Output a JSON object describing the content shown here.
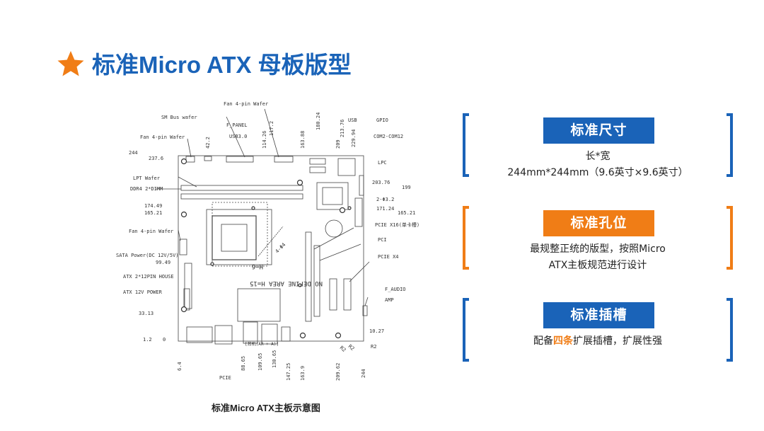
{
  "header": {
    "title": "标准Micro ATX 母板版型",
    "icon": "star-icon",
    "accent_color": "#f07d16",
    "title_color": "#1a63b8"
  },
  "diagram": {
    "caption": "标准Micro ATX主板示意图",
    "labels": {
      "fan_top": "Fan 4-pin Wafer",
      "sm_bus": "SM Bus wafer",
      "f_panel": "F_PANEL",
      "usb30": "USB3.0",
      "usb": "USB",
      "gpio": "GPIO",
      "com": "COM2-COM12",
      "fan_left": "Fan 4-pin Wafer",
      "lpt": "LPT Wafer",
      "ddr4": "DDR4 2*DIMM",
      "lpc": "LPC",
      "fan_mid": "Fan 4-pin Wafer",
      "pcie_x16": "PCIE X16(单卡槽)",
      "pci": "PCI",
      "sata": "SATA Power(DC 12V/5V)",
      "pcie_x4": "PCIE X4",
      "atx24": "ATX 2*12PIN HOUSE",
      "atx12": "ATX 12V POWER",
      "faudio": "F_AUDIO",
      "amp": "AMP",
      "pcie_bottom": "PCIE",
      "no_define": "NO DEFINE AREA H=15",
      "h6": "H=6",
      "dim_4_104": "4-Φ4",
      "dim_2_32": "2-Φ3.2",
      "dim_r1": "R2",
      "dim_r2": "R2",
      "dim_r3": "R2",
      "audio_jack": "[耳机(AR + A)]"
    },
    "dims_left": [
      "244",
      "237.6",
      "174.49",
      "165.21",
      "99.49",
      "33.13",
      "1.2",
      "0"
    ],
    "dims_top": [
      "42.2",
      "114.26",
      "117.2",
      "163.88",
      "180.24",
      "209",
      "213.76",
      "229.94"
    ],
    "dims_right": [
      "203.76",
      "199",
      "171.24",
      "165.21",
      "10.27"
    ],
    "dims_bottom": [
      "6.4",
      "88.65",
      "109.65",
      "130.65",
      "147.25",
      "163.9",
      "209.62",
      "244"
    ]
  },
  "features": [
    {
      "title": "标准尺寸",
      "line1": "长*宽",
      "line2": "244mm*244mm（9.6英寸×9.6英寸）",
      "color": "#1a63b8"
    },
    {
      "title": "标准孔位",
      "line1": "最规整正统的版型，按照Micro",
      "line2": "ATX主板规范进行设计",
      "color": "#f07d16"
    },
    {
      "title": "标准插槽",
      "pre": "配备",
      "highlight": "四条",
      "post": "扩展插槽，扩展性强",
      "color": "#1a63b8"
    }
  ]
}
